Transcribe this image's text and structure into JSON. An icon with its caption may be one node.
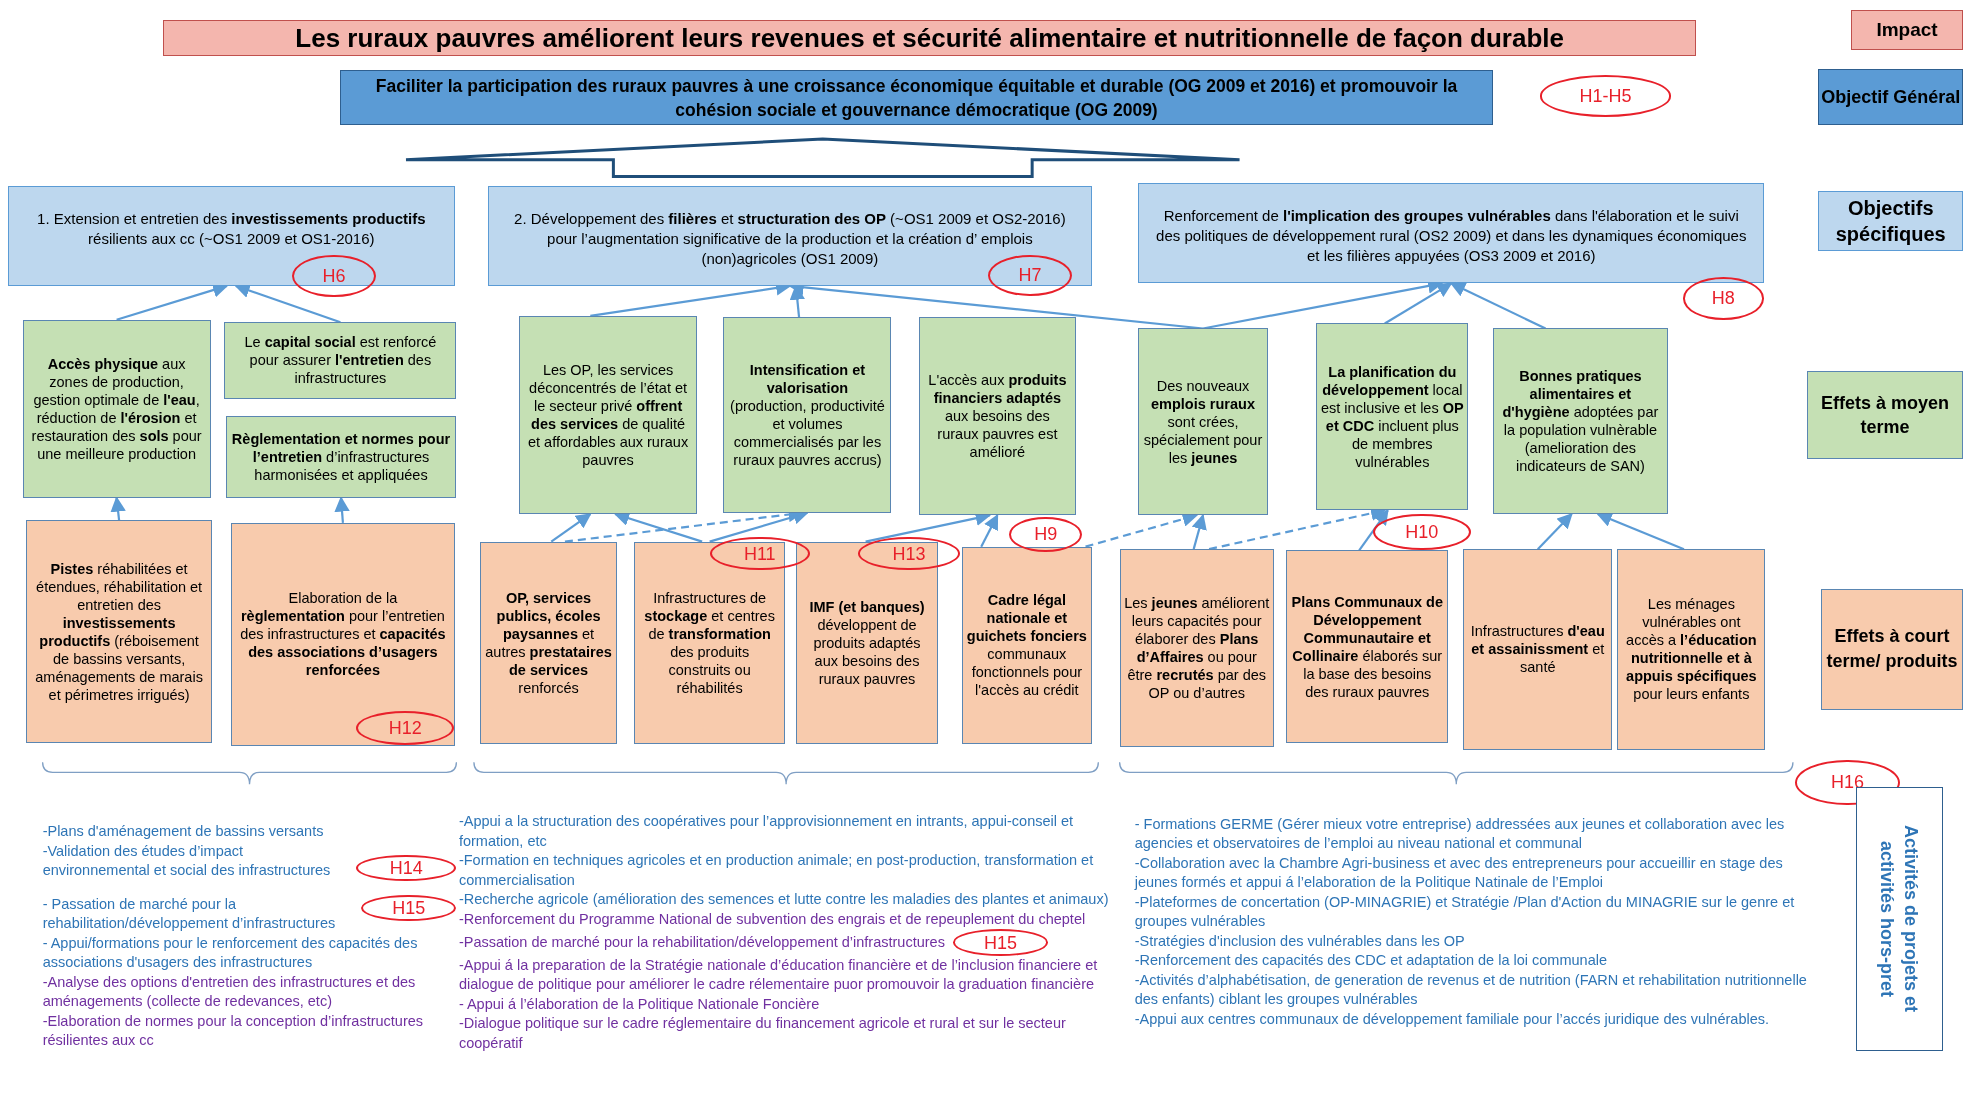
{
  "diagram": {
    "nodes": [
      {
        "text": [
          "Les ruraux pauvres améliorent leurs revenues et sécurité alimentaire et nutritionnelle de façon durable"
        ]
      },
      {
        "text": [
          "Impact"
        ]
      },
      {
        "text": [
          "Faciliter la participation des ruraux pauvres à une croissance économique équitable et durable (OG 2009 et 2016) et promouvoir la cohésion sociale et gouvernance démocratique  (OG 2009)"
        ]
      },
      {
        "text": [
          "H1-H5"
        ]
      },
      {
        "text": [
          "Objectif Général"
        ]
      },
      {
        "text": [
          "1. Extension et entretien des **investissements productifs** résilients aux cc (~OS1 2009 et OS1-2016)"
        ]
      },
      {
        "text": [
          "H6"
        ]
      },
      {
        "text": [
          "2. Développement des **filières** et **structuration des OP** (~OS1 2009 et OS2-2016) pour l’augmentation significative de la production et la création d’ emplois (non)agricoles (OS1 2009)"
        ]
      },
      {
        "text": [
          "H7"
        ]
      },
      {
        "text": [
          "Renforcement de **l'implication des groupes vulnérables** dans l'élaboration et le suivi des politiques de développement rural (OS2 2009) et dans les dynamiques économiques et les filières appuyées (OS3 2009 et 2016)"
        ]
      },
      {
        "text": [
          "Objectifs spécifiques"
        ]
      },
      {
        "text": [
          "H8"
        ]
      },
      {
        "text": [
          "**Accès physique** aux zones de production, gestion optimale de **l'eau**, réduction de **l'érosion** et restauration des **sols** pour une meilleure production"
        ]
      },
      {
        "text": [
          "Le **capital social** est renforcé pour assurer **l'entretien** des infrastructures"
        ]
      },
      {
        "text": [
          "**Règlementation et normes pour l’entretien** d’infrastructures harmonisées et appliquées"
        ]
      },
      {
        "text": [
          "Les OP, les services déconcentrés de l’état et le secteur privé **offrent des services** de qualité et affordables aux ruraux pauvres"
        ]
      },
      {
        "text": [
          "**Intensification et valorisation** (production, productivité et volumes commercialisés par les ruraux pauvres accrus)"
        ]
      },
      {
        "text": [
          "L'accès aux **produits financiers adaptés** aux besoins des ruraux pauvres est amélioré"
        ]
      },
      {
        "text": [
          "Des nouveaux **emplois ruraux** sont crées, spécialement pour les **jeunes**"
        ]
      },
      {
        "text": [
          "**La planification du développement** local est inclusive et les **OP et CDC** incluent plus de membres vulnérables"
        ]
      },
      {
        "text": [
          "**Bonnes pratiques alimentaires et d'hygiène** adoptées par la population vulnèrable (amelioration des indicateurs de SAN)"
        ]
      },
      {
        "text": [
          "Effets à moyen terme"
        ]
      },
      {
        "text": [
          "**Pistes** réhabilitées et étendues, réhabilitation et entretien des **investissements productifs** (réboisement de bassins versants, aménagements de marais et périmetres irrigués)"
        ]
      },
      {
        "text": [
          "Elaboration de la **règlementation** pour l’entretien des infrastructures et **capacités des associations d’usagers renforcées**"
        ]
      },
      {
        "text": [
          "**OP, services publics, écoles paysannes** et autres **prestataires de services** renforcés"
        ]
      },
      {
        "text": [
          "Infrastructures de **stockage** et centres de **transformation** des produits construits ou réhabilités"
        ]
      },
      {
        "text": [
          "**IMF (et banques)** développent de produits adaptés aux besoins des ruraux pauvres"
        ]
      },
      {
        "text": [
          "**Cadre légal nationale et guichets fonciers** communaux fonctionnels pour l'accès au crédit"
        ]
      },
      {
        "text": [
          "Les **jeunes** améliorent leurs capacités pour élaborer des **Plans d’Affaires** ou pour être **recrutés** par des OP ou d’autres"
        ]
      },
      {
        "text": [
          "**Plans Communaux de Développement Communautaire et Collinaire** élaborés sur la base des besoins des ruraux pauvres"
        ]
      },
      {
        "text": [
          "Infrastructures **d'eau et assainissment** et santé"
        ]
      },
      {
        "text": [
          "Les ménages vulnérables ont accès a **l’éducation nutritionnelle et à appuis spécifiques** pour leurs enfants"
        ]
      },
      {
        "text": [
          "H11"
        ]
      },
      {
        "text": [
          "H13"
        ]
      },
      {
        "text": [
          "H9"
        ]
      },
      {
        "text": [
          "H10"
        ]
      },
      {
        "text": [
          "H12"
        ],
        "in": 23
      },
      {
        "text": [
          "Effets à court terme/ produits"
        ]
      },
      {
        "text": [
          "H16"
        ]
      },
      {
        "text": [
          "Activités de projets et activités hors-pret"
        ]
      },
      {
        "text": [
          "H14"
        ]
      },
      {
        "text": [
          "H15"
        ]
      },
      {
        "text": [
          "H15"
        ]
      },
      {
        "text": [],
        "shape": "bracket"
      }
    ],
    "edges": [
      {
        "from": 12,
        "to": 5,
        "arrow": "to"
      },
      {
        "from": 13,
        "to": 5,
        "arrow": "to"
      },
      {
        "from": 22,
        "to": 12,
        "arrow": "to"
      },
      {
        "from": 23,
        "to": 14,
        "arrow": "to"
      },
      {
        "from": 15,
        "to": 7,
        "arrow": "to"
      },
      {
        "from": 16,
        "to": 7,
        "arrow": "to"
      },
      {
        "from": 18,
        "to": 7,
        "arrow": "to"
      },
      {
        "from": 18,
        "to": 9,
        "arrow": "to"
      },
      {
        "from": 19,
        "to": 9,
        "arrow": "to"
      },
      {
        "from": 20,
        "to": 9,
        "arrow": "to"
      },
      {
        "from": 24,
        "to": 15,
        "arrow": "to"
      },
      {
        "from": 25,
        "to": 15,
        "arrow": "to"
      },
      {
        "from": 24,
        "to": 16,
        "arrow": "to",
        "style": "dashed"
      },
      {
        "from": 25,
        "to": 16,
        "arrow": "to"
      },
      {
        "from": 26,
        "to": 17,
        "arrow": "to"
      },
      {
        "from": 27,
        "to": 17,
        "arrow": "to"
      },
      {
        "from": 27,
        "to": 18,
        "arrow": "to",
        "style": "dashed"
      },
      {
        "from": 28,
        "to": 18,
        "arrow": "to"
      },
      {
        "from": 28,
        "to": 19,
        "arrow": "to",
        "style": "dashed"
      },
      {
        "from": 29,
        "to": 19,
        "arrow": "to"
      },
      {
        "from": 30,
        "to": 20,
        "arrow": "to"
      },
      {
        "from": 31,
        "to": 20,
        "arrow": "to"
      }
    ],
    "labels": [
      "-Plans d'aménagement de bassins versants",
      "-Validation des études d’impact environnemental et social des infrastructures",
      "- Passation de marché pour la rehabilitation/développement d’infrastructures",
      "- Appui/formations pour le renforcement des capacités des associations d'usagers des infrastructures",
      "-Analyse des options d'entretien des infrastructures et des aménagements (collecte de redevances, etc)",
      "-Elaboration de normes pour la conception d’infrastructures résilientes aux cc",
      "-Appui a la structuration des coopératives pour l’approvisionnement en intrants, appui-conseil et formation, etc",
      "-Formation en techniques agricoles et en production animale; en post-production, transformation et commercialisation",
      "-Recherche agricole (amélioration des semences et lutte contre les maladies des plantes et animaux)",
      "-Renforcement du Programme National de subvention des engrais et de repeuplement du cheptel",
      "-Passation de marché pour la rehabilitation/développement d’infrastructures",
      "-Appui á la preparation de la Stratégie nationale d’éducation financière et de l’inclusion financiere et dialogue de politique pour améliorer le cadre rélementaire puor promouvoir la graduation financière",
      "- Appui á l’élaboration de la Politique Nationale Foncière",
      "-Dialogue politique sur le cadre réglementaire du financement agricole et rural et sur le secteur coopératif",
      "- Formations GERME (Gérer mieux votre entreprise) addressées aux jeunes et collaboration avec les agencies et observatoires de l’emploi au niveau national et communal",
      "-Collaboration avec la Chambre Agri-business et avec des entrepreneurs pour accueillir en stage des jeunes formés et appui á l’elaboration de la Politique Natinale de l’Emploi",
      "-Plateformes de concertation (OP-MINAGRIE) et Stratégie /Plan d'Action du MINAGRIE sur le genre et groupes vulnérables",
      "-Stratégies d'inclusion des vulnérables dans les OP",
      "-Renforcement des capacités des CDC et adaptation de la loi communale",
      "-Activités d’alphabétisation, de generation de revenus et de nutrition (FARN et rehabilitation nutritionnelle des enfants) ciblant les groupes vulnérables",
      "-Appui aux centres communaux de développement familiale pour l’accés juridique des vulnérables."
    ]
  }
}
